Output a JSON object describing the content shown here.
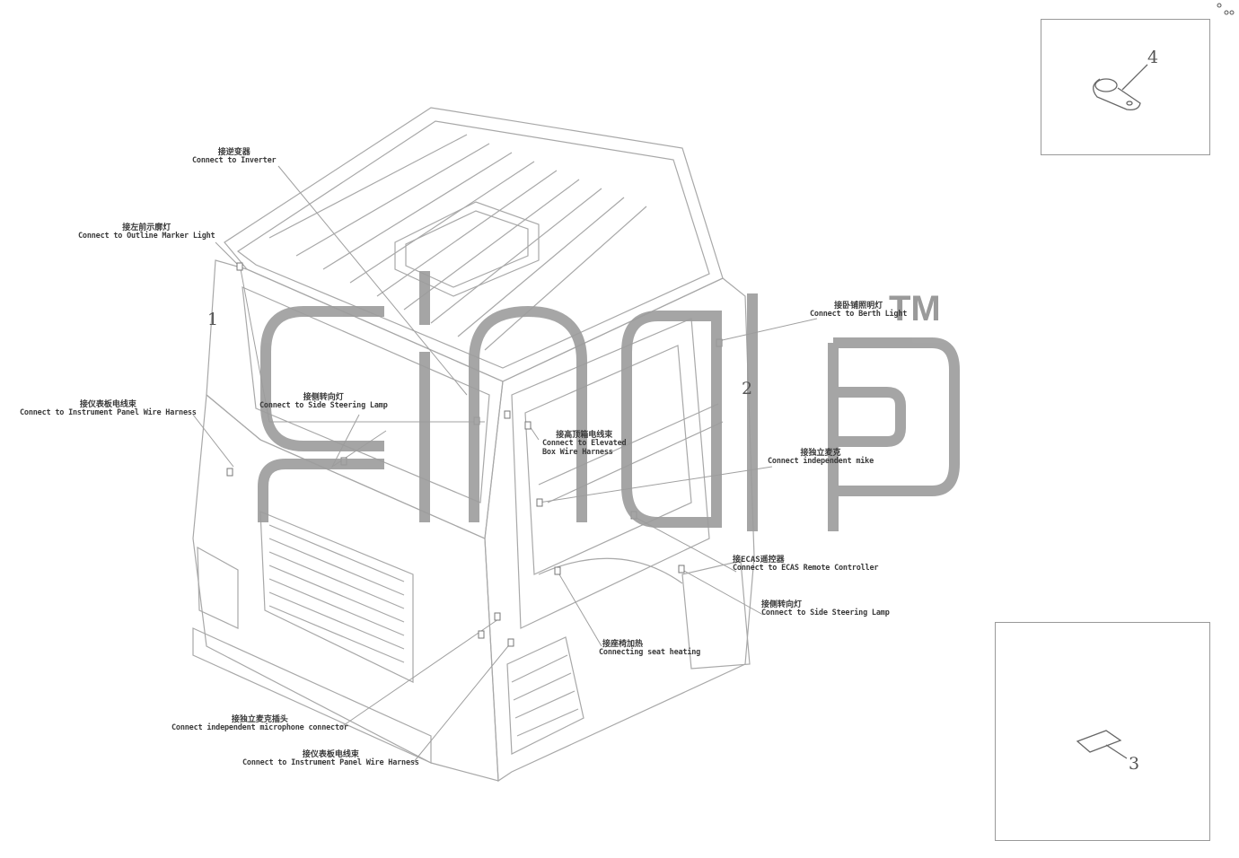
{
  "watermark": {
    "brand": "cinap",
    "tm": "TM"
  },
  "part_numbers": {
    "p1": "1",
    "p2": "2",
    "p3": "3",
    "p4": "4"
  },
  "callouts": {
    "inverter": {
      "cn": "接逆变器",
      "en": "Connect to Inverter"
    },
    "outline_marker": {
      "cn": "接左前示廓灯",
      "en": "Connect to Outline Marker Light"
    },
    "instrument_left": {
      "cn": "接仪表板电线束",
      "en": "Connect to Instrument Panel Wire Harness"
    },
    "side_steer_1": {
      "cn": "接侧转向灯",
      "en": "Connect to Side Steering Lamp"
    },
    "elevated_box": {
      "cn": "接高顶箱电线束",
      "en1": "Connect to Elevated",
      "en2": "Box Wire Harness"
    },
    "berth_light": {
      "cn": "接卧铺照明灯",
      "en": "Connect to Berth Light"
    },
    "mike": {
      "cn": "接独立麦克",
      "en": "Connect independent mike"
    },
    "ecas": {
      "cn": "接ECAS遥控器",
      "en": "Connect to ECAS Remote Controller"
    },
    "side_steer_2": {
      "cn": "接侧转向灯",
      "en": "Connect to Side Steering Lamp"
    },
    "seat_heating": {
      "cn": "接座椅加热",
      "en": "Connecting seat heating"
    },
    "microphone": {
      "cn": "接独立麦克插头",
      "en": "Connect independent microphone connector"
    },
    "instrument_bottom": {
      "cn": "接仪表板电线束",
      "en": "Connect to Instrument Panel Wire Harness"
    }
  },
  "colors": {
    "line": "#9a9a9a",
    "text": "#3a3a3a",
    "watermark": "#9a9a9a"
  }
}
